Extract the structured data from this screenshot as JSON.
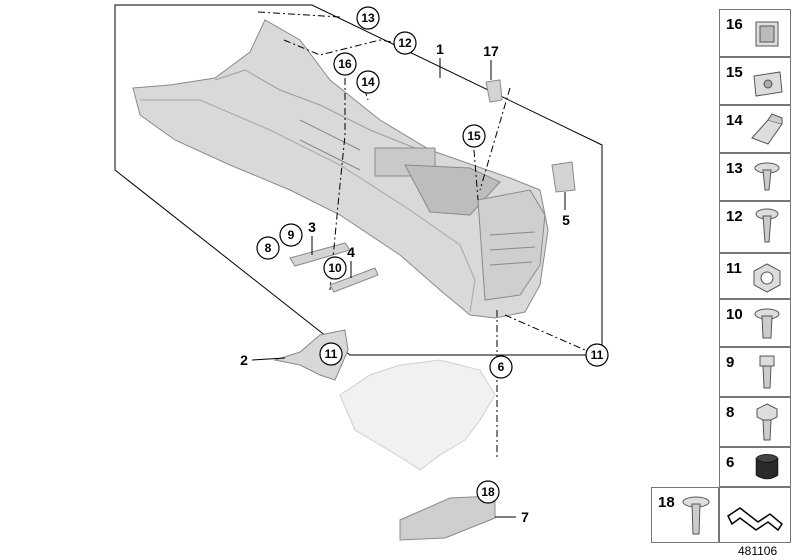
{
  "diagram": {
    "callouts": {
      "c13": "13",
      "c12": "12",
      "c16": "16",
      "c14": "14",
      "c15": "15",
      "c9": "9",
      "c8": "8",
      "c10": "10",
      "c11a": "11",
      "c11b": "11",
      "c18": "18",
      "c6": "6"
    },
    "labels": {
      "n1": "1",
      "n17": "17",
      "n5": "5",
      "n3": "3",
      "n4": "4",
      "n2": "2",
      "n7": "7"
    }
  },
  "parts": [
    {
      "number": "16",
      "icon": "clip-nut-icon"
    },
    {
      "number": "15",
      "icon": "clip-nut-icon"
    },
    {
      "number": "14",
      "icon": "bracket-clip-icon"
    },
    {
      "number": "13",
      "icon": "screw-icon"
    },
    {
      "number": "12",
      "icon": "screw-icon"
    },
    {
      "number": "11",
      "icon": "hex-nut-icon"
    },
    {
      "number": "10",
      "icon": "flange-screw-icon"
    },
    {
      "number": "9",
      "icon": "bolt-icon"
    },
    {
      "number": "8",
      "icon": "hex-bolt-icon"
    },
    {
      "number": "6",
      "icon": "rubber-buffer-icon"
    }
  ],
  "bottom_part": {
    "number": "18",
    "icon": "flat-screw-icon"
  },
  "diagram_code": "481106"
}
